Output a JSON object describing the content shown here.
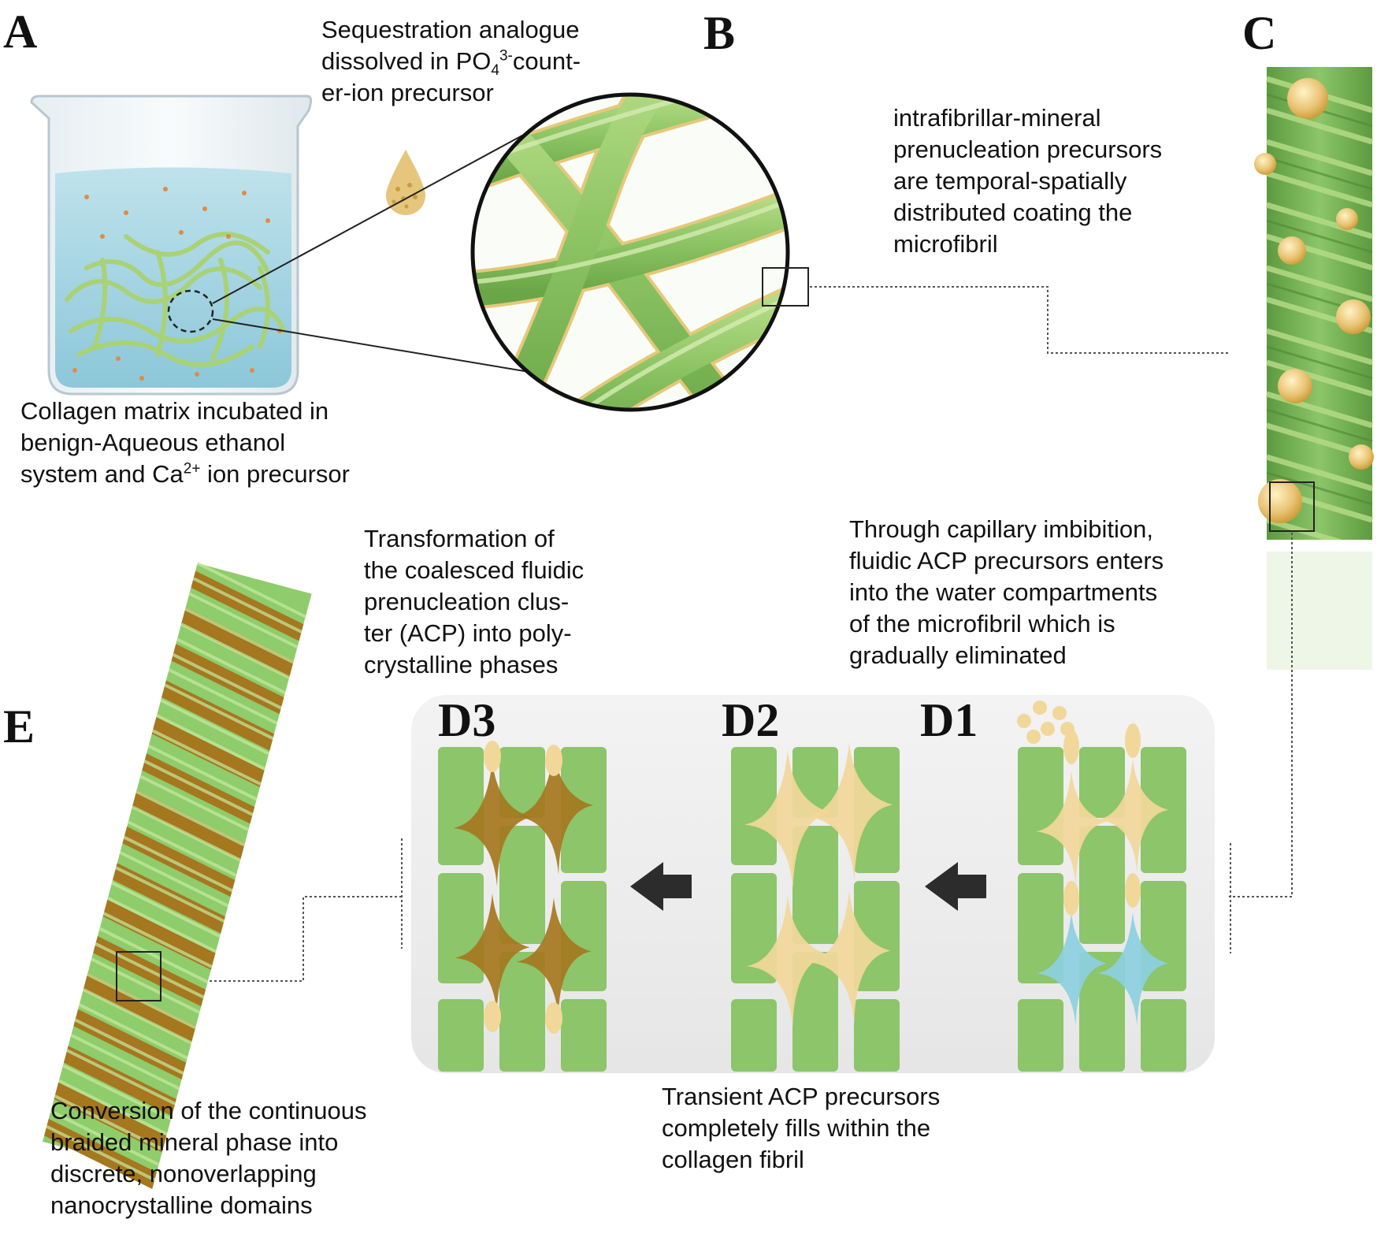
{
  "panels": {
    "a": {
      "letter": "A"
    },
    "b": {
      "letter": "B"
    },
    "c": {
      "letter": "C"
    },
    "e": {
      "letter": "E"
    }
  },
  "stages": {
    "d1": "D1",
    "d2": "D2",
    "d3": "D3"
  },
  "captions": {
    "sequestration": {
      "line1": "Sequestration analogue",
      "line2_pre": "dissolved in PO",
      "line2_sub": "4",
      "line2_sup": "3-",
      "line2_post": "count-",
      "line3": "er-ion precursor"
    },
    "collagen_matrix": {
      "line1": "Collagen matrix incubated in",
      "line2": "benign-Aqueous ethanol",
      "line3_pre": "system and Ca",
      "line3_sup": "2+",
      "line3_post": " ion precursor"
    },
    "intrafibrillar": [
      "intrafibrillar-mineral",
      "prenucleation precursors",
      "are temporal-spatially",
      "distributed coating the",
      "microfibril"
    ],
    "transformation": [
      "Transformation of",
      "the coalesced fluidic",
      "prenucleation clus-",
      "ter (ACP) into poly-",
      "crystalline phases"
    ],
    "capillary": [
      "Through capillary imbibition,",
      "fluidic ACP  precursors enters",
      "into the water compartments",
      "of the microfibril which is",
      "gradually eliminated"
    ],
    "transient": [
      "Transient ACP precursors",
      "completely fills within the",
      "collagen fibril"
    ],
    "conversion": [
      "Conversion of the continuous",
      "braided mineral phase into",
      "discrete, nonoverlapping",
      "nanocrystalline domains"
    ]
  },
  "colors": {
    "fibril_green": "#8cc56a",
    "fibril_light": "#c8e89a",
    "mineral_brown": "#a5771f",
    "acp_yellow": "#f2d79a",
    "acp_blue": "#8ccfe0",
    "water_blue": "#a8d4e2",
    "stage_box": "#efefef"
  }
}
